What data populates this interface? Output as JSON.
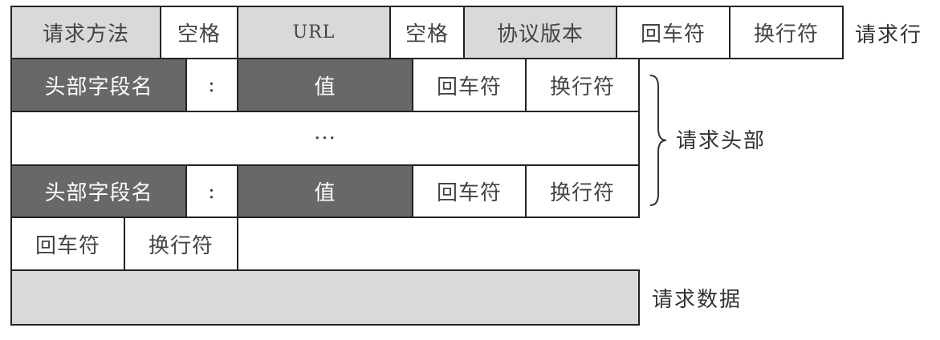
{
  "request_line": {
    "cells": [
      "请求方法",
      "空格",
      "URL",
      "空格",
      "协议版本",
      "回车符",
      "换行符"
    ],
    "label": "请求行"
  },
  "header_row_1": {
    "field_name": "头部字段名",
    "colon": ":",
    "value": "值",
    "cr": "回车符",
    "lf": "换行符"
  },
  "ellipsis": "···",
  "header_row_2": {
    "field_name": "头部字段名",
    "colon": ":",
    "value": "值",
    "cr": "回车符",
    "lf": "换行符"
  },
  "headers_label": "请求头部",
  "blank_line": {
    "cr": "回车符",
    "lf": "换行符"
  },
  "body_label": "请求数据"
}
